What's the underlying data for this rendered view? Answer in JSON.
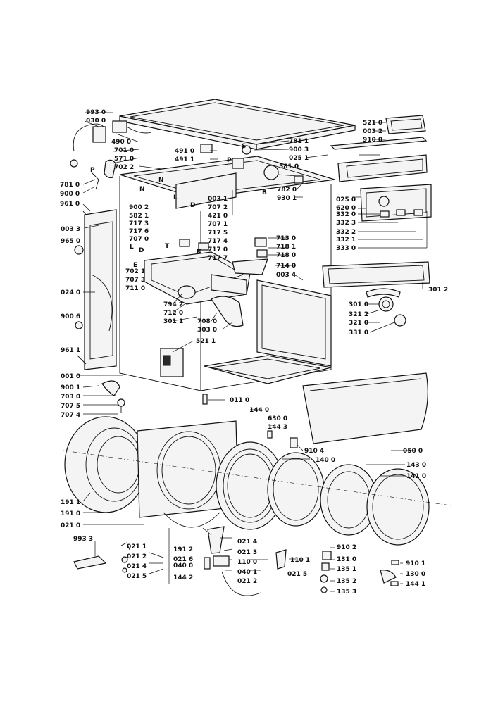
{
  "diagram": {
    "labels": {
      "p9930": "993 0",
      "p0300": "030 0",
      "p4900": "490 0",
      "p7010": "701 0",
      "p5710": "571 0",
      "p7022": "702 2",
      "p7810": "781 0",
      "p9000": "900 0",
      "p9610": "961 0",
      "p0033": "003 3",
      "p9650": "965 0",
      "p0240": "024 0",
      "p9006": "900 6",
      "p9611": "961 1",
      "p0010": "001 0",
      "p9001": "900 1",
      "p7030": "703 0",
      "p7075": "707 5",
      "p7074": "707 4",
      "p1911": "191 1",
      "p1910": "191 0",
      "p0210": "021 0",
      "p9933": "993 3",
      "p0211a": "021 1",
      "p0212a": "021 2",
      "p0214a": "021 4",
      "p0215a": "021 5",
      "p1912": "191 2",
      "p0216": "021 6",
      "p0400": "040 0",
      "p1442": "144 2",
      "p0214b": "021 4",
      "p0213": "021 3",
      "p1100": "110 0",
      "p0401": "040 1",
      "p0212b": "021 2",
      "p1101": "110 1",
      "p0215b": "021 5",
      "p9102": "910 2",
      "p1310": "131 0",
      "p1351": "135 1",
      "p1352": "135 2",
      "p1353": "135 3",
      "p9101": "910 1",
      "p1300": "130 0",
      "p1441": "144 1",
      "p4910": "491 0",
      "p4911": "491 1",
      "p9002": "900 2",
      "p5821": "582 1",
      "p7173": "717 3",
      "p7176": "717 6",
      "p7070": "707 0",
      "p7021": "702 1",
      "p7073": "707 3",
      "p7110": "711 0",
      "p7942": "794 2",
      "p7120": "712 0",
      "p3011": "301 1",
      "p7080": "708 0",
      "p3030": "303 0",
      "p5211": "521 1",
      "p0110": "011 0",
      "p1440": "144 0",
      "p6300": "630 0",
      "p1443": "144 3",
      "p9104": "910 4",
      "p1400": "140 0",
      "p0500": "050 0",
      "p1430": "143 0",
      "p1410": "141 0",
      "p7811": "781 1",
      "p9003": "900 3",
      "p0251": "025 1",
      "p5810": "581 0",
      "p7820": "782 0",
      "p9301": "930 1",
      "p0031": "003 1",
      "p7072": "707 2",
      "p4210": "421 0",
      "p7071": "707 1",
      "p7175": "717 5",
      "p7174": "717 4",
      "p7170": "717 0",
      "p7177": "717 7",
      "p7130": "713 0",
      "p7181": "718 1",
      "p7180": "718 0",
      "p7140": "714 0",
      "p0034": "003 4",
      "p5210": "521 0",
      "p0032": "003 2",
      "p9100": "910 0",
      "p0250": "025 0",
      "p6200": "620 0",
      "p3320": "332 0",
      "p3323": "332 3",
      "p3322": "332 2",
      "p3321": "332 1",
      "p3330": "333 0",
      "p3012": "301 2",
      "p3010": "301 0",
      "p3212": "321 2",
      "p3210": "321 0",
      "p3310": "331 0"
    },
    "letters": {
      "N1": "N",
      "N2": "N",
      "P1": "P",
      "P2": "P",
      "S": "S",
      "B": "B",
      "L1": "L",
      "L2": "L",
      "D1": "D",
      "D2": "D",
      "E": "E",
      "T": "T",
      "K": "K"
    }
  }
}
